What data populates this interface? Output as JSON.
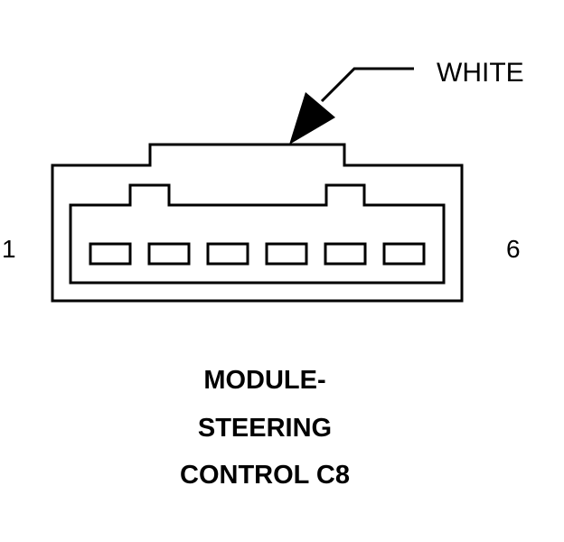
{
  "connector": {
    "wire_color_label": "WHITE",
    "pin_start_label": "1",
    "pin_end_label": "6",
    "cavity_count": 6
  },
  "caption": {
    "lines": [
      "MODULE-",
      "STEERING",
      "CONTROL C8"
    ]
  },
  "colors": {
    "line": "#000000",
    "background": "#ffffff"
  }
}
